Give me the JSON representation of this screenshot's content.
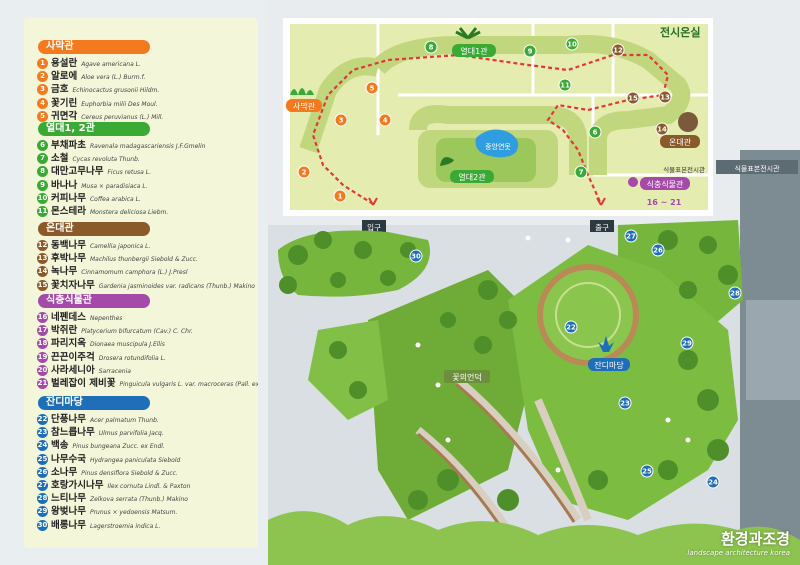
{
  "legend": {
    "sections": [
      {
        "title": "사막관",
        "color": "#f47a20",
        "items": [
          {
            "n": "1",
            "name": "용설란",
            "latin": "Agave americana L."
          },
          {
            "n": "2",
            "name": "알로에",
            "latin": "Aloe vera (L.) Burm.f."
          },
          {
            "n": "3",
            "name": "금호",
            "latin": "Echinocactus grusonii Hildm."
          },
          {
            "n": "4",
            "name": "꽃기린",
            "latin": "Euphorbia milii Des Moul."
          },
          {
            "n": "5",
            "name": "귀면각",
            "latin": "Cereus peruvianus (L.) Mill."
          }
        ]
      },
      {
        "title": "열대1, 2관",
        "color": "#3aaa35",
        "items": [
          {
            "n": "6",
            "name": "부채파초",
            "latin": "Ravenala madagascariensis J.F.Gmelin"
          },
          {
            "n": "7",
            "name": "소철",
            "latin": "Cycas revoluta Thunb."
          },
          {
            "n": "8",
            "name": "대만고무나무",
            "latin": "Ficus retusa L."
          },
          {
            "n": "9",
            "name": "바나나",
            "latin": "Musa × paradisiaca L."
          },
          {
            "n": "10",
            "name": "커피나무",
            "latin": "Coffea arabica L."
          },
          {
            "n": "11",
            "name": "몬스테라",
            "latin": "Monstera deliciosa Liebm."
          }
        ]
      },
      {
        "title": "온대관",
        "color": "#8b5a2b",
        "items": [
          {
            "n": "12",
            "name": "동백나무",
            "latin": "Camellia japonica L."
          },
          {
            "n": "13",
            "name": "후박나무",
            "latin": "Machilus thunbergii Siebold & Zucc."
          },
          {
            "n": "14",
            "name": "녹나무",
            "latin": "Cinnamomum camphora (L.) J.Presl"
          },
          {
            "n": "15",
            "name": "꽃치자나무",
            "latin": "Gardenia jasminoides var. radicans (Thunb.) Makino"
          }
        ]
      },
      {
        "title": "식충식물관",
        "color": "#a54aa8",
        "items": [
          {
            "n": "16",
            "name": "네펜데스",
            "latin": "Nepenthes"
          },
          {
            "n": "17",
            "name": "박쥐란",
            "latin": "Platycerium bifurcatum (Cav.) C. Chr."
          },
          {
            "n": "18",
            "name": "파리지옥",
            "latin": "Dionaea muscipula J.Ellis"
          },
          {
            "n": "19",
            "name": "끈끈이주걱",
            "latin": "Drosera rotundifolia L."
          },
          {
            "n": "20",
            "name": "사라세니아",
            "latin": "Sarracenia"
          },
          {
            "n": "21",
            "name": "벌레잡이 제비꽃",
            "latin": "Pinguicula vulgaris L. var. macroceras (Pall. ex Link) Herder"
          }
        ]
      },
      {
        "title": "잔디마당",
        "color": "#1f6fb8",
        "items": [
          {
            "n": "22",
            "name": "단풍나무",
            "latin": "Acer palmatum Thunb."
          },
          {
            "n": "23",
            "name": "참느릅나무",
            "latin": "Ulmus parvifolia Jacq."
          },
          {
            "n": "24",
            "name": "백송",
            "latin": "Pinus bungeana Zucc. ex Endl."
          },
          {
            "n": "25",
            "name": "나무수국",
            "latin": "Hydrangea paniculata Siebold"
          },
          {
            "n": "26",
            "name": "소나무",
            "latin": "Pinus densiflora Siebold & Zucc."
          },
          {
            "n": "27",
            "name": "호랑가시나무",
            "latin": "Ilex cornuta Lindl. & Paxton"
          },
          {
            "n": "28",
            "name": "느티나무",
            "latin": "Zelkova serrata (Thunb.) Makino"
          },
          {
            "n": "29",
            "name": "왕벚나무",
            "latin": "Prunus × yedoensis Matsum."
          },
          {
            "n": "30",
            "name": "배롱나무",
            "latin": "Lagerstroemia indica L."
          }
        ]
      }
    ]
  },
  "map": {
    "title": "전시온실",
    "zones": {
      "desert": "사막관",
      "tropical1": "열대1관",
      "tropical2": "열대2관",
      "pond": "중앙연못",
      "temperate": "온대관",
      "specimen_room": "식물표본전시관",
      "specimen_building": "식물표본전시관",
      "carnivorous": "식충식물관",
      "carnivorous_range": "16 ~ 21",
      "entrance": "입구",
      "exit": "출구",
      "flower_hill": "꽃의언덕",
      "lawn": "잔디마당"
    },
    "colors": {
      "desert": "#f47a20",
      "tropical": "#3aaa35",
      "temperate": "#8b5a2b",
      "carnivorous": "#a54aa8",
      "lawn": "#1f6fb8",
      "route": "#e2363b"
    }
  },
  "watermark": {
    "title": "환경과조경",
    "subtitle": "landscape architecture korea"
  }
}
